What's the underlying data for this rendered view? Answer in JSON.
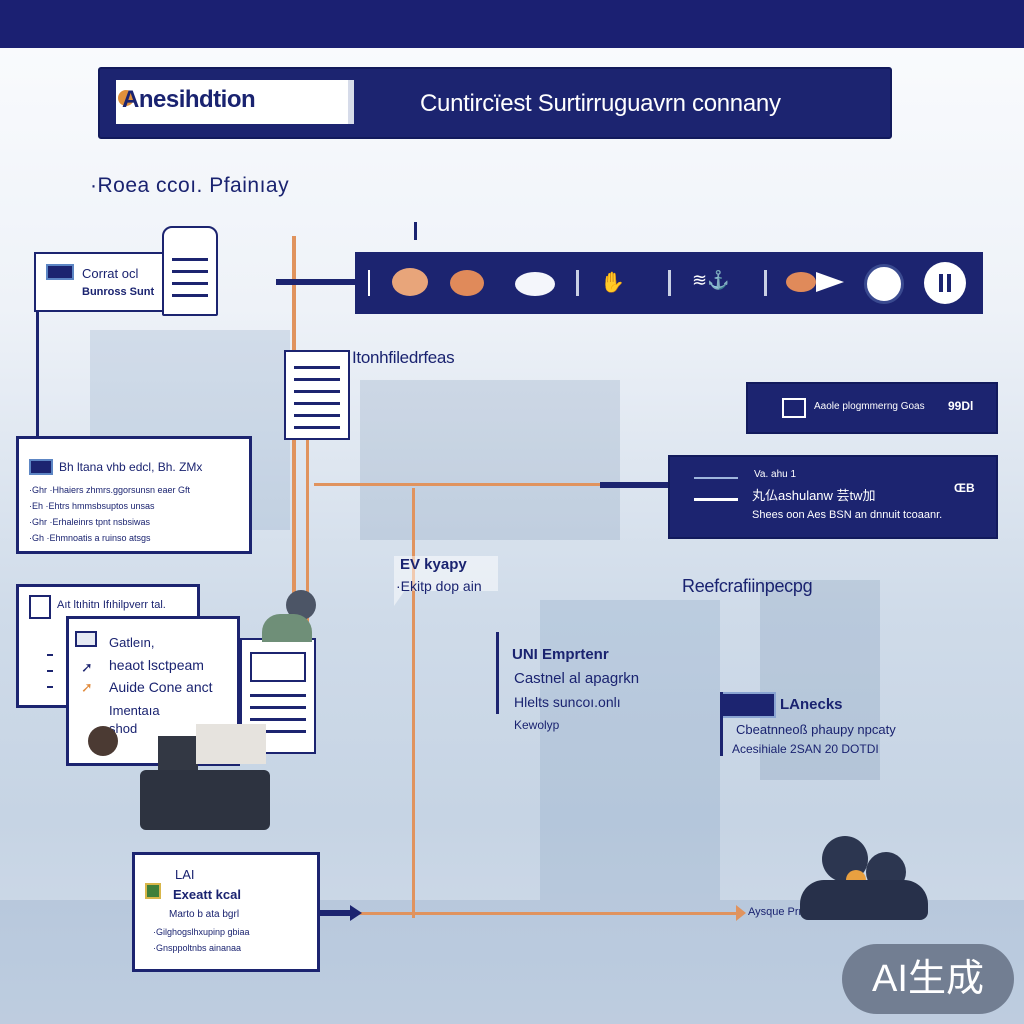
{
  "header": {
    "logo_text": "Anesihdtion",
    "title": "Cuntircïest Surtirruguavrn connany"
  },
  "subheading": "·Roea ccoı. Pfainıay",
  "toolbar": {
    "icons": [
      "food-icon",
      "bread-icon",
      "disc-icon",
      "hand-icon",
      "chart-icon",
      "fish-icon",
      "globe-icon",
      "pause-icon"
    ]
  },
  "cards": {
    "contact": {
      "title": "Corrat ocl",
      "line": "Bunross Sunt"
    },
    "left_mid": {
      "title": "Bh ltana  vhb edcl,  Bh. ZMx",
      "lines": [
        "·Ghr ·Hhaiers zhmrs.ggorsunsn eaer  Gft",
        "·Eh ·Ehtrs hmmsbsuptos unsas",
        "·Ghr ·Erhaleinrs tpnt nsbsiwas",
        "·Gh ·Ehmnoatis a ruinso atsgs"
      ]
    },
    "back": {
      "title": "Aıt ltıhitn Ifıhilpverr tal."
    },
    "front": {
      "lines": [
        "Gatleın,",
        "heaot lsctpeam",
        "Auide Cone anct",
        "Imentaıa",
        "shod"
      ]
    },
    "bottom": {
      "title": "LAI",
      "sub": "Exeatt kcal",
      "lines": [
        "Marto  b ata  bgrl",
        "·Gilghogslhxupinp gbiaa",
        "·Gnsppoltnbs ainanaa"
      ]
    }
  },
  "labels": {
    "doc_label": "Itonhfiledrfeas",
    "ev_label_1": "EV kyapy",
    "ev_label_2": "·Ekitp dop ain",
    "right_label": "Reefcrafiinpecpg",
    "center_block": [
      "UNI Emprtenr",
      "Castnel al apagrkn",
      "Hlelts suncoı.onlı",
      "Kewolyp"
    ],
    "right_block": [
      "LAnecks",
      "Cbeatnneoß phaupy npcaty",
      "Acesihiale 2SAN 20 DOTDI"
    ],
    "bottom_right": "Aysque Prnnew"
  },
  "dark_boxes": {
    "top": {
      "text": "Aaole plogmmerng Goas",
      "val": "99Dl"
    },
    "mid": {
      "line1": "Va. ahu 1",
      "line2": "丸仏ashulanw 芸tw加",
      "line3": "Shees oon Aes BSN an dnnuit tcoaanr.",
      "val": "ŒB"
    }
  },
  "watermark": "AI生成",
  "colors": {
    "navy": "#1c2470",
    "accent_orange": "#e0935e"
  }
}
